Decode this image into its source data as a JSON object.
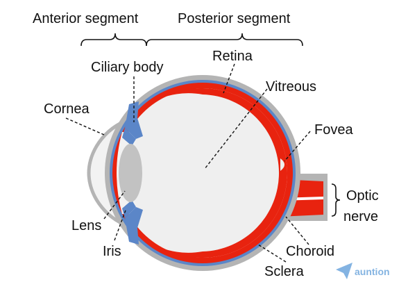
{
  "diagram": {
    "labels": {
      "anterior_segment": "Anterior segment",
      "posterior_segment": "Posterior segment",
      "retina": "Retina",
      "ciliary_body": "Ciliary body",
      "vitreous": "Vitreous",
      "cornea": "Cornea",
      "fovea": "Fovea",
      "optic_nerve_line1": "Optic",
      "optic_nerve_line2": "nerve",
      "lens": "Lens",
      "iris": "Iris",
      "choroid": "Choroid",
      "sclera": "Sclera"
    },
    "colors": {
      "sclera": "#b4b4b4",
      "choroid": "#5b86c8",
      "retina": "#e8230f",
      "vitreous": "#efefef",
      "lens": "#c2c2c2",
      "cornea_fill": "#f2f2f2",
      "ciliary_iris": "#5b86c8"
    },
    "watermark": {
      "text": "auntion",
      "icon": "paper-plane-icon"
    }
  }
}
